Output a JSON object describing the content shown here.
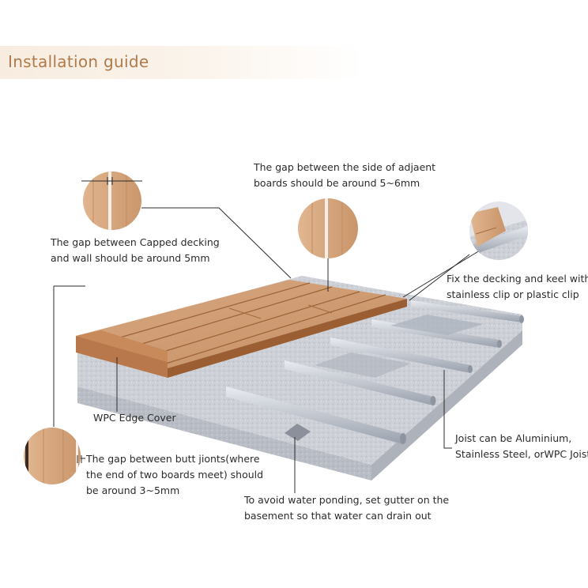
{
  "title": "Installation guide",
  "annotations": {
    "side_gap": {
      "lines": [
        "The gap between the side of adjaent",
        "boards should be around 5~6mm"
      ]
    },
    "wall_gap": {
      "lines": [
        "The gap between Capped decking",
        "and wall should be around 5mm"
      ]
    },
    "clip": {
      "lines": [
        "Fix the decking and keel with",
        "stainless clip or plastic clip"
      ]
    },
    "edge_cover": {
      "lines": [
        "WPC Edge Cover"
      ]
    },
    "joist": {
      "lines": [
        "Joist can be Aluminium,",
        "Stainless Steel, orWPC Joist"
      ]
    },
    "butt_gap": {
      "lines": [
        "The gap between butt jionts(where",
        "the end of two boards meet) should",
        "be around 3~5mm"
      ]
    },
    "gutter": {
      "lines": [
        "To avoid water ponding, set gutter on the",
        "basement so that water can drain out"
      ]
    }
  },
  "colors": {
    "title": "#b07a4a",
    "wood_light": "#d9a77e",
    "wood_dark": "#b9794d",
    "concrete": "#cfd2d8",
    "joist": "#c7ccd5"
  }
}
